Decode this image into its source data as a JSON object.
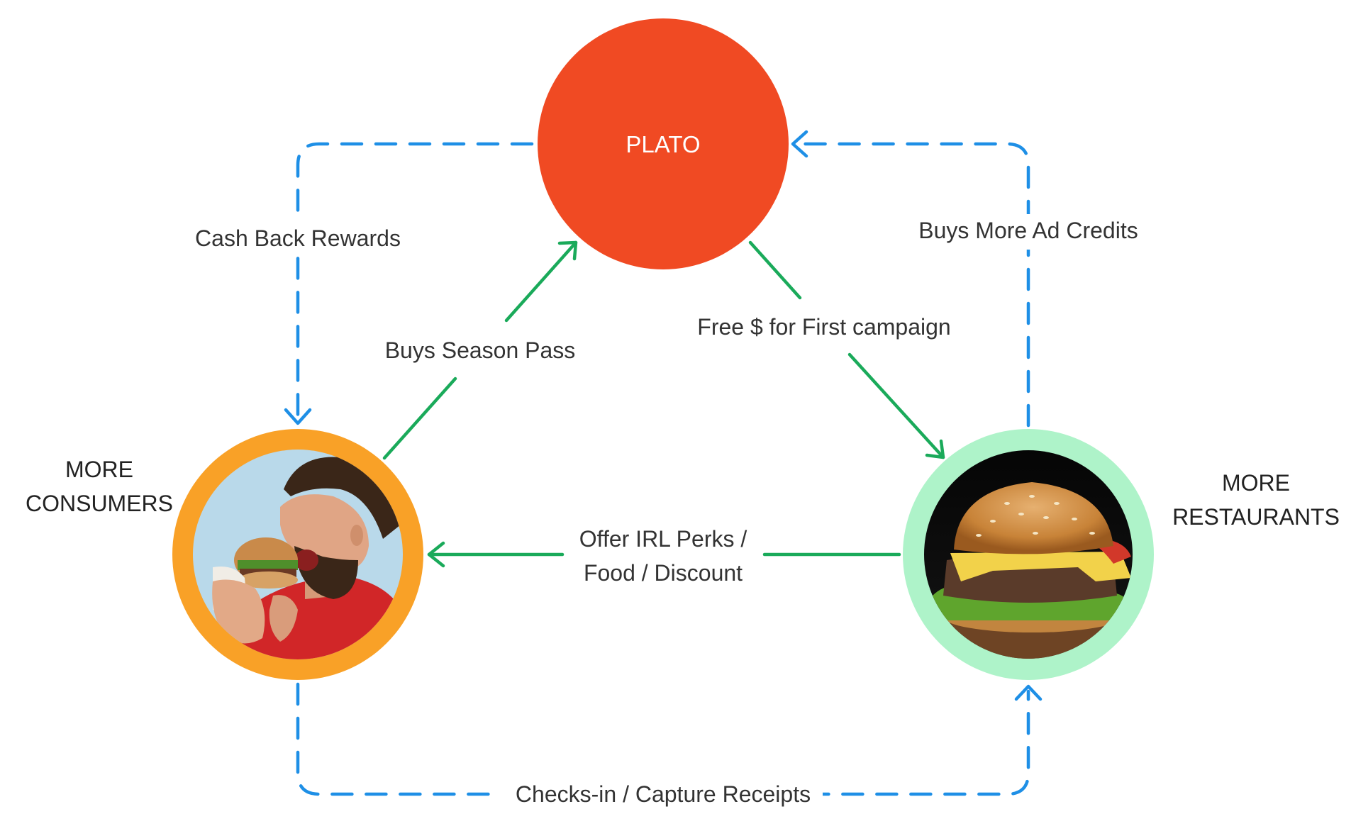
{
  "nodes": {
    "plato": {
      "label": "PLATO",
      "color": "#f04a23"
    },
    "consumers": {
      "line1": "MORE",
      "line2": "CONSUMERS",
      "ring_color": "#f9a127",
      "photo": "person-eating-burger"
    },
    "restaurants": {
      "line1": "MORE",
      "line2": "RESTAURANTS",
      "ring_color": "#aef3c9",
      "photo": "burger"
    }
  },
  "edges": {
    "cash_back": "Cash Back Rewards",
    "ad_credits": "Buys More Ad Credits",
    "season_pass": "Buys Season Pass",
    "free_campaign": "Free $ for First campaign",
    "perks_line1": "Offer IRL Perks /",
    "perks_line2": "Food / Discount",
    "checkins": "Checks-in / Capture Receipts"
  },
  "colors": {
    "dashed_arrow": "#1e8fe6",
    "solid_arrow": "#1aaa5a",
    "text": "#333333"
  }
}
